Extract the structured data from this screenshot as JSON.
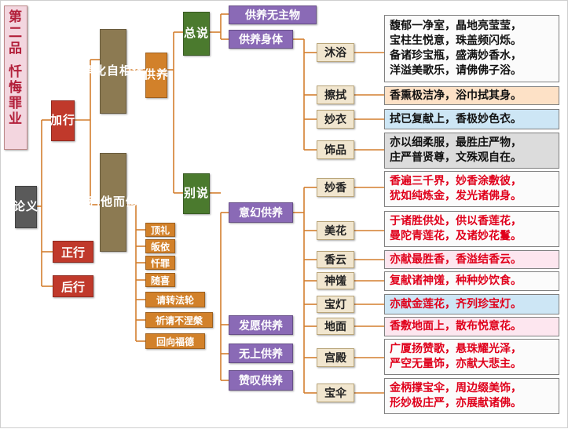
{
  "title": {
    "line1": "第二品",
    "line2": "忏悔罪业"
  },
  "root": "论义",
  "sections": {
    "jiaxing": "加行",
    "zhengxing": "正行",
    "houxing": "后行"
  },
  "jiaxing_branches": {
    "jinghua": "净化自相续",
    "weili": "为利他而修心"
  },
  "gongyang": "供养",
  "zongshuo": "总说",
  "bieshuo": "别说",
  "zong_items": [
    "供养无主物",
    "供养身体"
  ],
  "bie_items": [
    "意幻供养",
    "发愿供养",
    "无上供养",
    "赞叹供养"
  ],
  "weili_items": [
    "顶礼",
    "皈依",
    "忏罪",
    "随喜",
    "请转法轮",
    "祈请不涅槃",
    "回向福德"
  ],
  "offerings": [
    {
      "label": "沐浴",
      "lines": [
        "馥郁一净室，晶地亮莹莹，",
        "宝柱生悦意，珠盖频闪烁。",
        "备诸珍宝瓶，盛满妙香水，",
        "洋溢美歌乐，请佛佛子浴。"
      ]
    },
    {
      "label": "擦拭",
      "lines": [
        "香熏极洁净，浴巾拭其身。"
      ]
    },
    {
      "label": "妙衣",
      "lines": [
        "拭已复献上，香极妙色衣。"
      ]
    },
    {
      "label": "饰品",
      "lines": [
        "亦以细柔服，最胜庄严物，",
        "庄严普贤尊，文殊观自在。"
      ]
    },
    {
      "label": "妙香",
      "lines": [
        "香遍三千界，妙香涂敷彼，",
        "犹如纯炼金，发光诸佛身。"
      ]
    },
    {
      "label": "美花",
      "lines": [
        "于诸胜供处，供以香莲花，",
        "曼陀青莲花，及诸妙花鬘。"
      ]
    },
    {
      "label": "香云",
      "lines": [
        "亦献最胜香，香溢结香云。"
      ]
    },
    {
      "label": "神馐",
      "lines": [
        "复献诸神馐，种种妙饮食。"
      ]
    },
    {
      "label": "宝灯",
      "lines": [
        "亦献金莲花，齐列珍宝灯。"
      ]
    },
    {
      "label": "地面",
      "lines": [
        "香敷地面上，散布悦意花。"
      ]
    },
    {
      "label": "宫殿",
      "lines": [
        "广厦扬赞歌，悬珠耀光泽，",
        "严空无量饰，亦献大悲主。"
      ]
    },
    {
      "label": "宝伞",
      "lines": [
        "金柄撑宝伞，周边缀美饰，",
        "形妙极庄严，亦展献诸佛。"
      ]
    }
  ]
}
